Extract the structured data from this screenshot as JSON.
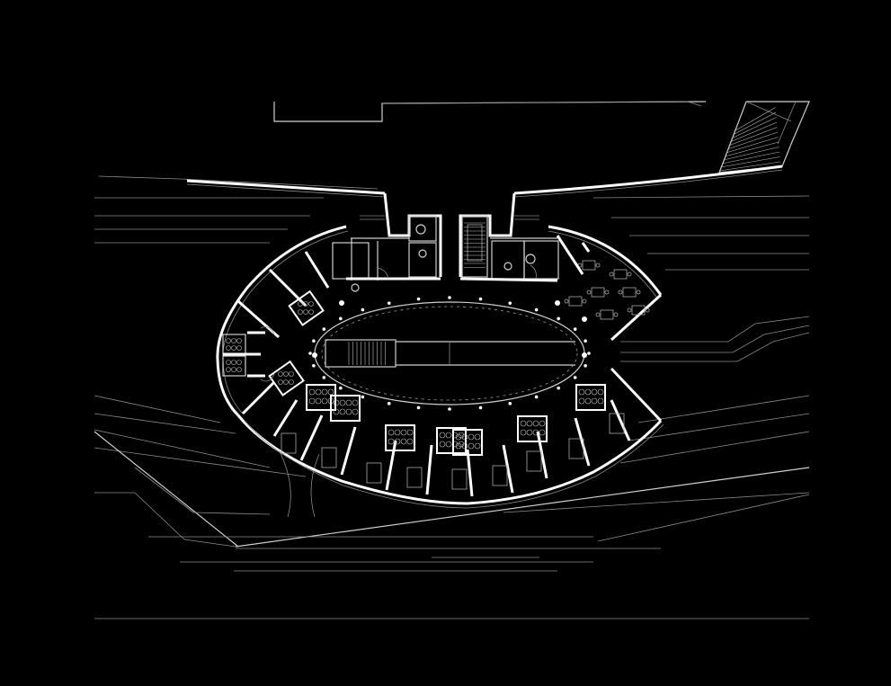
{
  "drawing": {
    "type": "architectural floor plan",
    "background_color": "#000000",
    "line_color": "#ffffff"
  },
  "layout_counts": {
    "guest_rooms_outer_ring": 10,
    "wet_cores_outer_ring": 9,
    "stair_cores": 2,
    "elevators": 2,
    "columns_on_oval": 28
  }
}
